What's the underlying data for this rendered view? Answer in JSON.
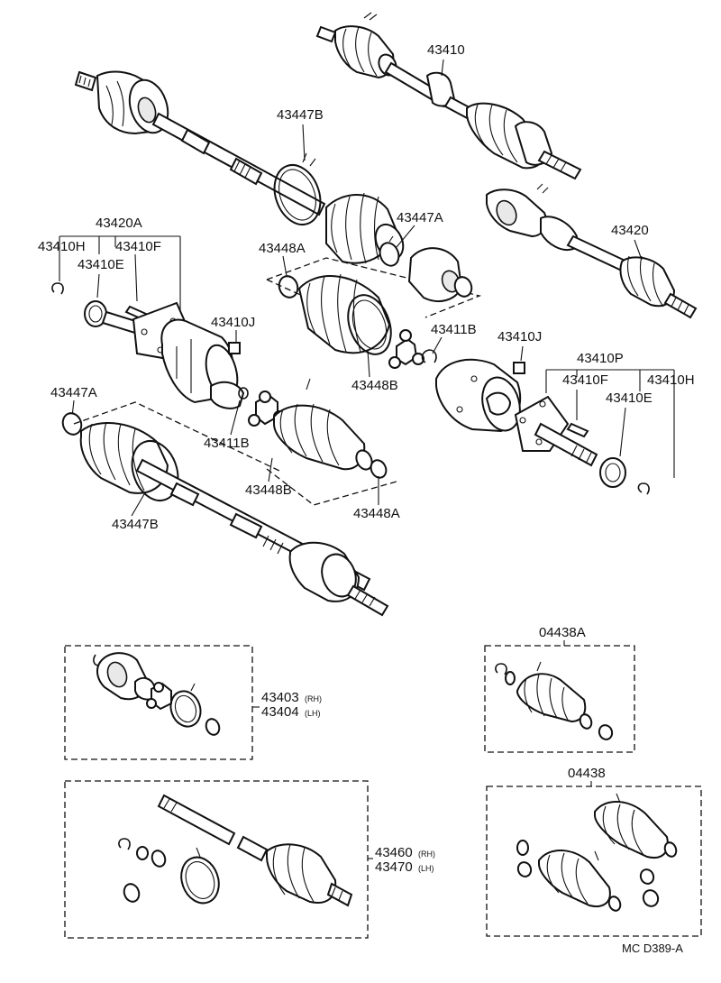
{
  "labels": {
    "l43410": "43410",
    "l43447B_top": "43447B",
    "l43447A_top": "43447A",
    "l43420": "43420",
    "l43420A": "43420A",
    "l43410H_left": "43410H",
    "l43410F_left": "43410F",
    "l43410E_left": "43410E",
    "l43448A_top": "43448A",
    "l43410J_left": "43410J",
    "l43411B_right": "43411B",
    "l43410J_right": "43410J",
    "l43410P": "43410P",
    "l43410F_right": "43410F",
    "l43410H_right": "43410H",
    "l43410E_right": "43410E",
    "l43448B_top": "43448B",
    "l43447A_left": "43447A",
    "l43411B_left": "43411B",
    "l43447B_left": "43447B",
    "l43448B_bottom": "43448B",
    "l43448A_bottom": "43448A",
    "l04438A": "04438A",
    "l43403": "43403",
    "l43404": "43404",
    "l04438": "04438",
    "l43460": "43460",
    "l43470": "43470",
    "rh1": "(RH)",
    "lh1": "(LH)",
    "rh2": "(RH)",
    "lh2": "(LH)",
    "code": "MC D389-A"
  },
  "icons": [
    "drive-shaft-icon",
    "cv-boot-icon",
    "boot-clamp-icon",
    "snap-ring-icon",
    "tripod-joint-icon",
    "bolt-icon",
    "nut-icon",
    "bearing-bracket-icon"
  ],
  "colors": {
    "ink": "#111111",
    "paper": "#ffffff"
  }
}
